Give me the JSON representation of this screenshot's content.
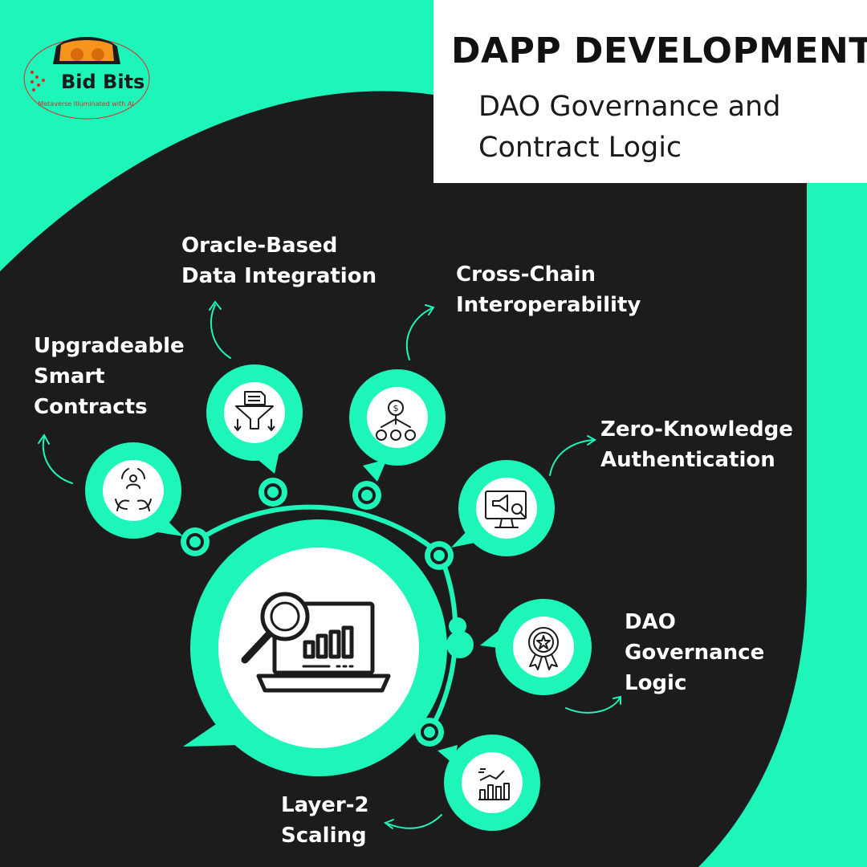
{
  "header": {
    "title": "DAPP DEVELOPMENT",
    "subtitle": "DAO Governance and Contract Logic"
  },
  "logo": {
    "name": "Bid Bits",
    "tagline": "Metaverse Illuminated with AI"
  },
  "features": [
    {
      "label": "Upgradeable\nSmart\nContracts",
      "icon": "hands-people-cycle-icon"
    },
    {
      "label": "Oracle-Based\nData Integration",
      "icon": "document-funnel-icon"
    },
    {
      "label": "Cross-Chain\nInteroperability",
      "icon": "coin-network-icon"
    },
    {
      "label": "Zero-Knowledge\nAuthentication",
      "icon": "monitor-megaphone-icon"
    },
    {
      "label": "DAO\nGovernance\nLogic",
      "icon": "award-badge-icon"
    },
    {
      "label": "Layer-2\nScaling",
      "icon": "growth-chart-icon"
    }
  ],
  "center": {
    "icon": "laptop-analytics-search-icon"
  },
  "colors": {
    "accent": "#1ef5b9",
    "dark": "#1c1c1c",
    "white": "#ffffff"
  }
}
